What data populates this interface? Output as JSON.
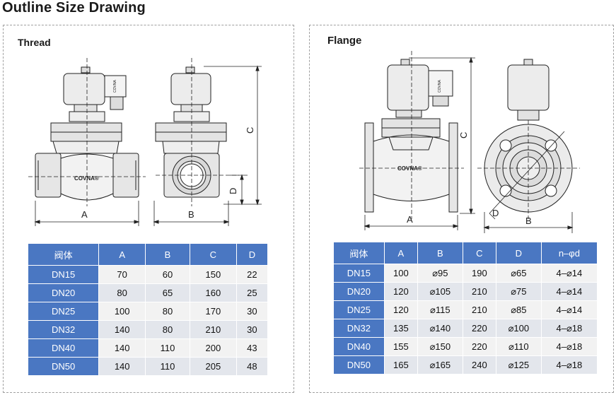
{
  "page_title": "Outline Size Drawing",
  "thread": {
    "title": "Thread",
    "brand_mark": "COVNA®",
    "coil_mark": "COVNA",
    "dim_labels": {
      "a": "A",
      "b": "B",
      "c": "C",
      "d": "D"
    },
    "headers": [
      "阀体",
      "A",
      "B",
      "C",
      "D"
    ],
    "rows": [
      [
        "DN15",
        "70",
        "60",
        "150",
        "22"
      ],
      [
        "DN20",
        "80",
        "65",
        "160",
        "25"
      ],
      [
        "DN25",
        "100",
        "80",
        "170",
        "30"
      ],
      [
        "DN32",
        "140",
        "80",
        "210",
        "30"
      ],
      [
        "DN40",
        "140",
        "110",
        "200",
        "43"
      ],
      [
        "DN50",
        "140",
        "110",
        "205",
        "48"
      ]
    ]
  },
  "flange": {
    "title": "Flange",
    "brand_mark": "COVNA®",
    "coil_mark": "COVNA",
    "dim_labels": {
      "a": "A",
      "b": "B",
      "c": "C",
      "d": "D"
    },
    "headers": [
      "阀体",
      "A",
      "B",
      "C",
      "D",
      "n–φd"
    ],
    "rows": [
      [
        "DN15",
        "100",
        "⌀95",
        "190",
        "⌀65",
        "4–⌀14"
      ],
      [
        "DN20",
        "120",
        "⌀105",
        "210",
        "⌀75",
        "4–⌀14"
      ],
      [
        "DN25",
        "120",
        "⌀115",
        "210",
        "⌀85",
        "4–⌀14"
      ],
      [
        "DN32",
        "135",
        "⌀140",
        "220",
        "⌀100",
        "4–⌀18"
      ],
      [
        "DN40",
        "155",
        "⌀150",
        "220",
        "⌀110",
        "4–⌀18"
      ],
      [
        "DN50",
        "165",
        "⌀165",
        "240",
        "⌀125",
        "4–⌀18"
      ]
    ]
  },
  "colors": {
    "header_blue": "#4a77c2",
    "row_light": "#f2f2f2",
    "row_dark": "#e3e6ec",
    "border": "#a0a0a0"
  }
}
